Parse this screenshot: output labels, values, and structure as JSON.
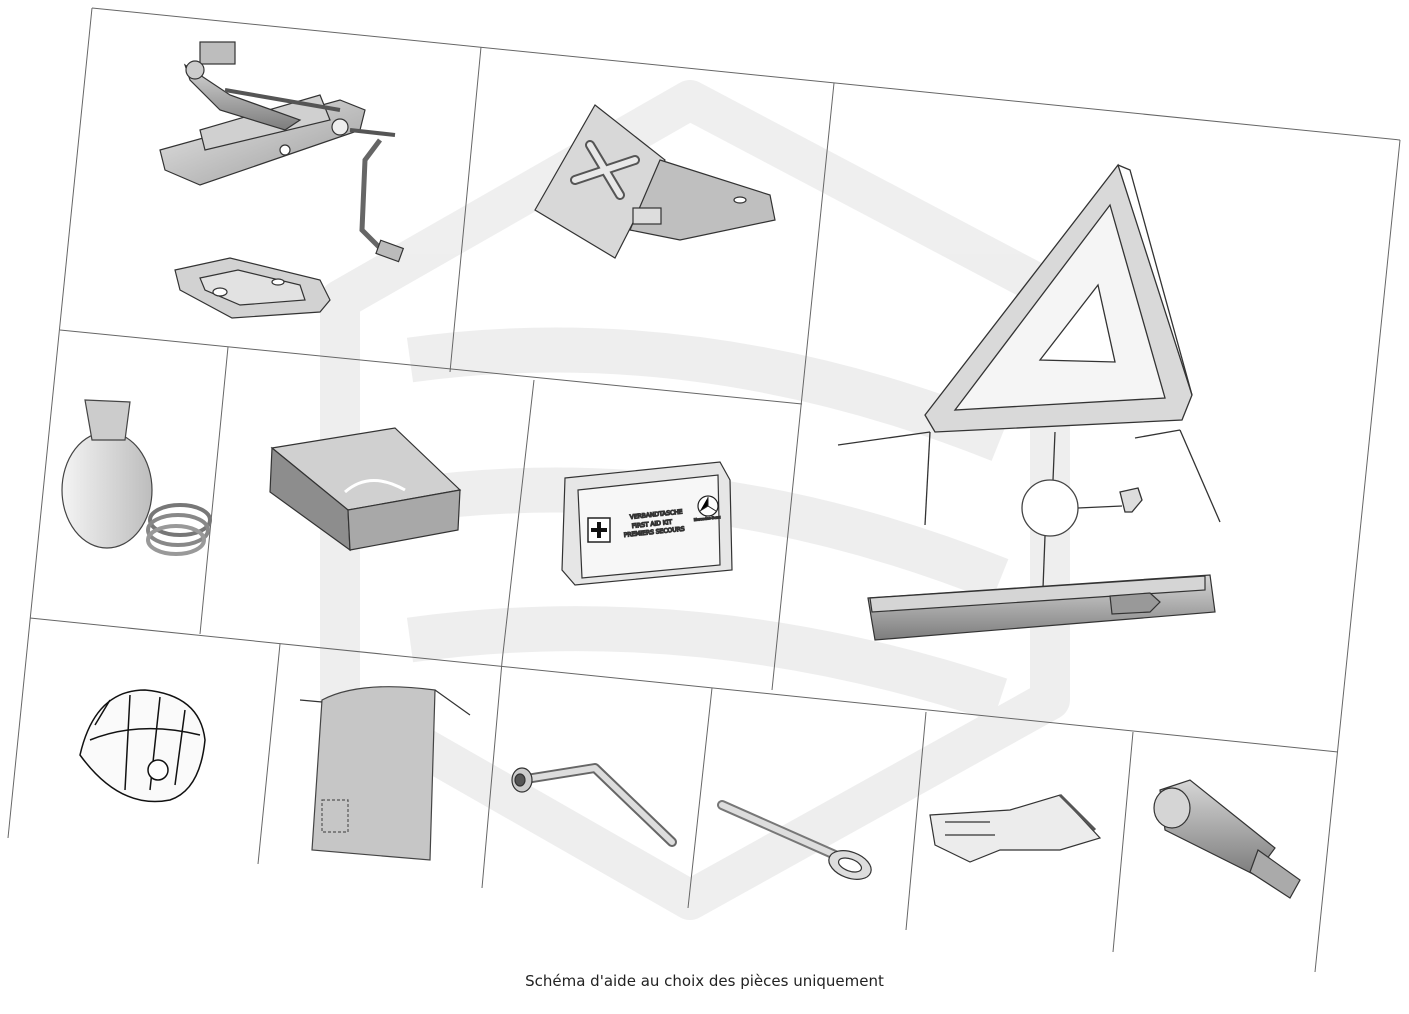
{
  "caption": "Schéma d'aide au choix des pièces uniquement",
  "first_aid_kit": {
    "line1": "VERBANDTASCHE",
    "line2": "FIRST AID KIT",
    "line3": "PREMIERS SECOURS",
    "brand": "Mercedes-Benz"
  },
  "parts": [
    {
      "id": "jack",
      "icon": "car-jack-icon"
    },
    {
      "id": "jack-plate",
      "icon": "jack-plate-icon"
    },
    {
      "id": "wheel-chock",
      "icon": "wheel-chock-icon"
    },
    {
      "id": "warning-triangle",
      "icon": "warning-triangle-icon"
    },
    {
      "id": "triangle-case",
      "icon": "triangle-case-icon"
    },
    {
      "id": "tyre-compressor",
      "icon": "tyre-compressor-icon"
    },
    {
      "id": "storage-box",
      "icon": "storage-box-icon"
    },
    {
      "id": "first-aid-kit",
      "icon": "first-aid-kit-icon"
    },
    {
      "id": "tyre-sealant-bottle",
      "icon": "sealant-bottle-icon"
    },
    {
      "id": "tool-bag",
      "icon": "tool-bag-icon"
    },
    {
      "id": "wheel-wrench",
      "icon": "wheel-wrench-icon"
    },
    {
      "id": "towing-eye",
      "icon": "towing-eye-icon"
    },
    {
      "id": "gloves",
      "icon": "gloves-icon"
    },
    {
      "id": "wheel-bolt-adapter",
      "icon": "bolt-adapter-icon"
    }
  ]
}
